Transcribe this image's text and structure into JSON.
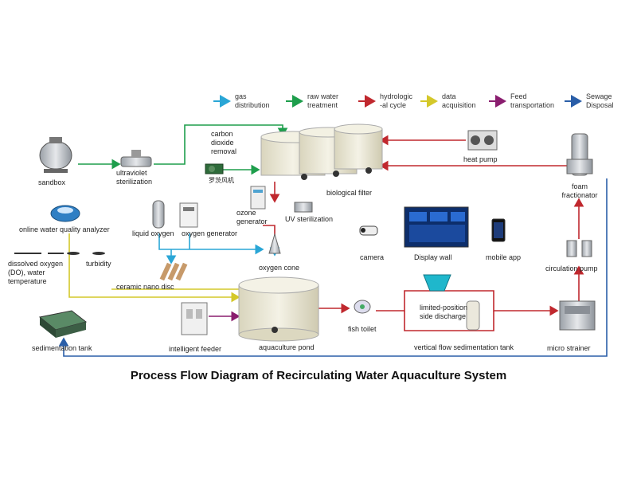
{
  "title": "Process Flow Diagram of Recirculating Water Aquaculture System",
  "legend": [
    {
      "key": "gas",
      "lines": [
        "gas",
        "distribution"
      ],
      "color": "#2aa6d6"
    },
    {
      "key": "raw",
      "lines": [
        "raw water",
        "treatment"
      ],
      "color": "#1e9e4c"
    },
    {
      "key": "hydro",
      "lines": [
        "hydrologic",
        "-al cycle"
      ],
      "color": "#c0282e"
    },
    {
      "key": "data",
      "lines": [
        "data",
        "acquisition"
      ],
      "color": "#d4c82a"
    },
    {
      "key": "feed",
      "lines": [
        "Feed",
        "transportation"
      ],
      "color": "#8a1d6f"
    },
    {
      "key": "sewage",
      "lines": [
        "Sewage",
        "Disposal"
      ],
      "color": "#2a5ea8"
    }
  ],
  "components": {
    "sandbox": "sandbox",
    "uv_sterilization_top": [
      "ultraviolet",
      "sterilization"
    ],
    "co2_removal": [
      "carbon",
      "dioxide",
      "removal"
    ],
    "blower": "罗茨风机",
    "biological_filter": "biological filter",
    "heat_pump": "heat pump",
    "foam_fractionator": [
      "foam",
      "fractionator"
    ],
    "ozone_generator": [
      "ozone",
      "generator"
    ],
    "uv_sterilization": "UV sterilization",
    "water_quality_analyzer": "online water quality analyzer",
    "liquid_oxygen": "liquid oxygen",
    "oxygen_generator": "oxygen generator",
    "dissolved_oxygen": [
      "dissolved oxygen",
      "(DO), water",
      "temperature"
    ],
    "turbidity": "turbidity",
    "ceramic_nano_disc": "ceramic nano disc",
    "oxygen_cone": "oxygen cone",
    "camera": "camera",
    "display_wall": "Display wall",
    "mobile_app": "mobile app",
    "circulation_pump": "circulation pump",
    "sedimentation_tank": "sedimentation tank",
    "intelligent_feeder": "intelligent feeder",
    "aquaculture_pond": "aquaculture pond",
    "fish_toilet": "fish toilet",
    "limited_position_discharge": [
      "limited-position",
      "side discharge"
    ],
    "vertical_flow_tank": "vertical flow sedimentation tank",
    "micro_strainer": "micro strainer"
  },
  "colors": {
    "gas": "#2aa6d6",
    "raw": "#1e9e4c",
    "hydro": "#c0282e",
    "data": "#d4c82a",
    "feed": "#8a1d6f",
    "sewage": "#2a5ea8",
    "tank": "#ece9d6",
    "tank_edge": "#b9b49a",
    "metal": "#c9ccd1",
    "steel_dark": "#6d7178"
  }
}
